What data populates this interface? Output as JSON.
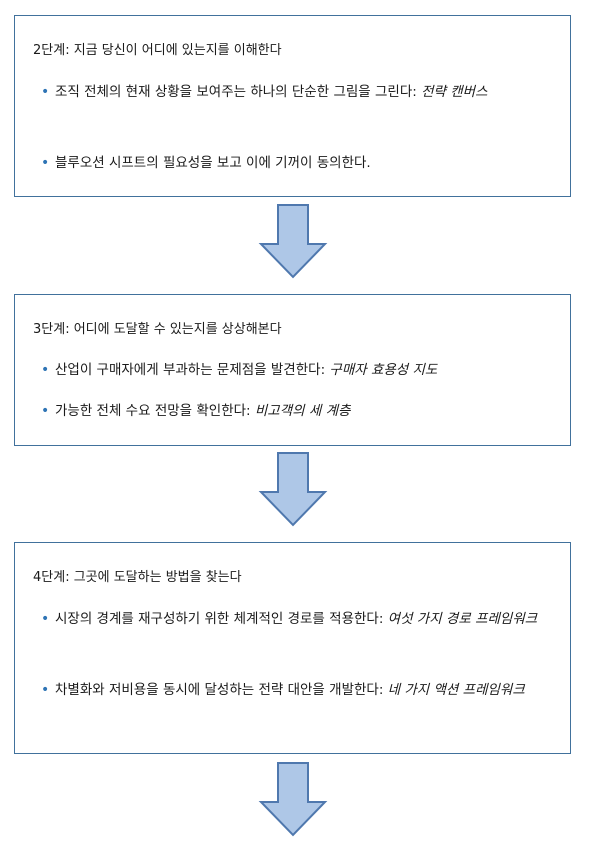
{
  "steps": [
    {
      "title": "2단계: 지금 당신이 어디에 있는지를 이해한다",
      "bullets": [
        {
          "text": "조직 전체의 현재 상황을 보여주는 하나의 단순한 그림을 그린다: ",
          "tool": "전략 캔버스"
        },
        {
          "text": "블루오션 시프트의 필요성을 보고 이에 기꺼이 동의한다.",
          "tool": ""
        }
      ]
    },
    {
      "title": "3단계: 어디에 도달할 수 있는지를 상상해본다",
      "bullets": [
        {
          "text": "산업이 구매자에게 부과하는 문제점을 발견한다: ",
          "tool": "구매자 효용성 지도"
        },
        {
          "text": "가능한 전체 수요 전망을 확인한다: ",
          "tool": "비고객의 세 계층"
        }
      ]
    },
    {
      "title": "4단계: 그곳에 도달하는 방법을 찾는다",
      "bullets": [
        {
          "text": "시장의 경계를 재구성하기 위한 체계적인 경로를 적용한다: ",
          "tool": "여섯 가지 경로 프레임워크"
        },
        {
          "text": "차별화와 저비용을 동시에 달성하는 전략 대안을 개발한다: ",
          "tool": "네 가지 액션 프레임워크"
        }
      ]
    }
  ],
  "colors": {
    "box_border": "#41719c",
    "arrow_fill": "#aec7e7",
    "arrow_stroke": "#4f78ae",
    "bullet": "#2e74b5"
  }
}
